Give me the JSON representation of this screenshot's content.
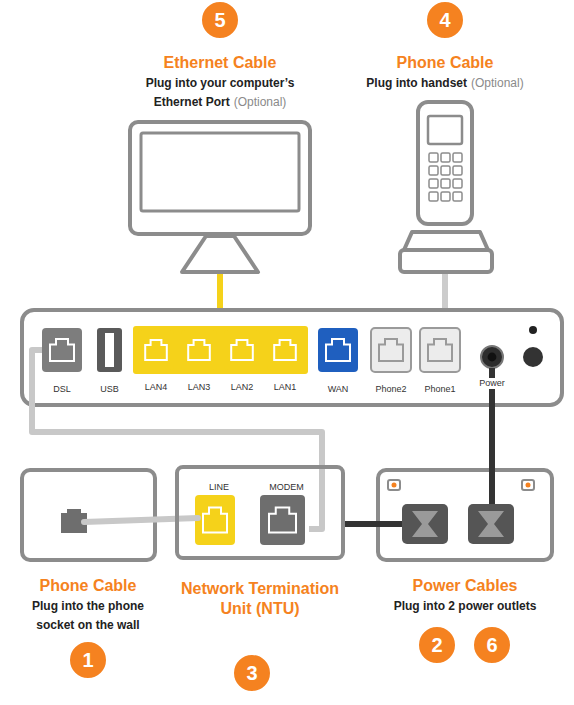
{
  "diagram": {
    "nodes": [
      {
        "text": [
          "DSL"
        ]
      },
      {
        "text": [
          "USB"
        ]
      },
      {
        "text": [
          "LAN4"
        ]
      },
      {
        "text": [
          "LAN3"
        ]
      },
      {
        "text": [
          "LAN2"
        ]
      },
      {
        "text": [
          "LAN1"
        ]
      },
      {
        "text": [
          "WAN"
        ]
      },
      {
        "text": [
          "Phone2"
        ]
      },
      {
        "text": [
          "Phone1"
        ]
      },
      {
        "text": [
          "Power"
        ]
      },
      {
        "text": [
          "Network Termination Unit (NTU)"
        ]
      },
      {
        "text": [
          "LINE"
        ],
        "in": 10
      },
      {
        "text": [
          "MODEM"
        ],
        "in": 10
      }
    ],
    "edges": [
      {
        "from": 0,
        "to": 12,
        "arrow": "none"
      }
    ],
    "labels": [
      "5",
      "Ethernet Cable",
      "Plug into your computer’s Ethernet Port",
      "(Optional)",
      "4",
      "Phone Cable",
      "Plug into handset",
      "(Optional)",
      "Phone Cable",
      "Plug into the phone socket on the wall",
      "1",
      "Power Cables",
      "Plug into 2 power outlets",
      "2",
      "6",
      "3"
    ]
  }
}
